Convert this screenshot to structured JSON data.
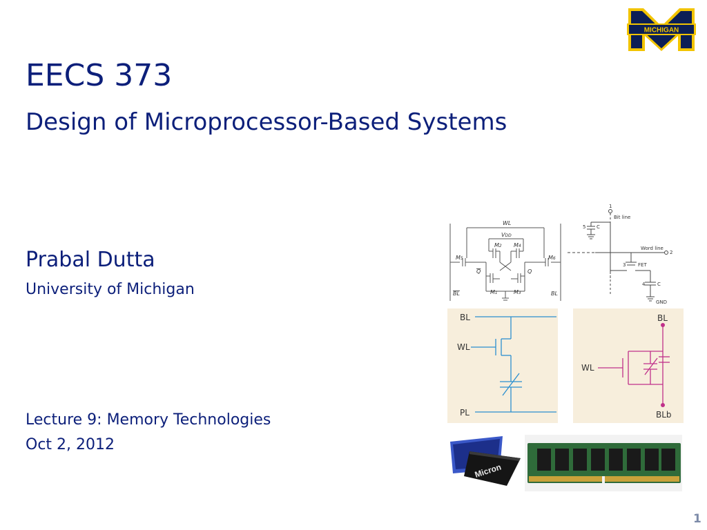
{
  "logo": {
    "text": "MICHIGAN",
    "color_maize": "#f2c400",
    "color_blue": "#0c1f56"
  },
  "slide": {
    "course_code": "EECS 373",
    "course_title": "Design of Microprocessor-Based Systems",
    "presenter": "Prabal Dutta",
    "affiliation": "University of Michigan",
    "lecture": "Lecture 9: Memory Technologies",
    "date": "Oct 2, 2012",
    "page_number": "1",
    "title_color": "#0c1f7a"
  },
  "sram": {
    "wl": "WL",
    "vdd": "V",
    "vdd_sub": "DD",
    "m5": "M",
    "m5_sub": "5",
    "m6": "M",
    "m6_sub": "6",
    "m2": "M",
    "m2_sub": "2",
    "m4": "M",
    "m4_sub": "4",
    "m1": "M",
    "m1_sub": "1",
    "m3": "M",
    "m3_sub": "3",
    "q": "Q",
    "qbar": "Q",
    "bl": "BL",
    "blbar": "BL"
  },
  "dram": {
    "node1": "1",
    "bitline": "Bit line",
    "node5": "5",
    "c5": "C",
    "wordline": "Word line",
    "node2": "2",
    "node3": "3",
    "fet": "FET",
    "node4": "4",
    "c4": "C",
    "gnd": "GND"
  },
  "feram": {
    "bl": "BL",
    "wl": "WL",
    "pl": "PL"
  },
  "fefet": {
    "bl": "BL",
    "wl": "WL",
    "blb": "BLb"
  },
  "chip": {
    "brand": "Micron"
  }
}
